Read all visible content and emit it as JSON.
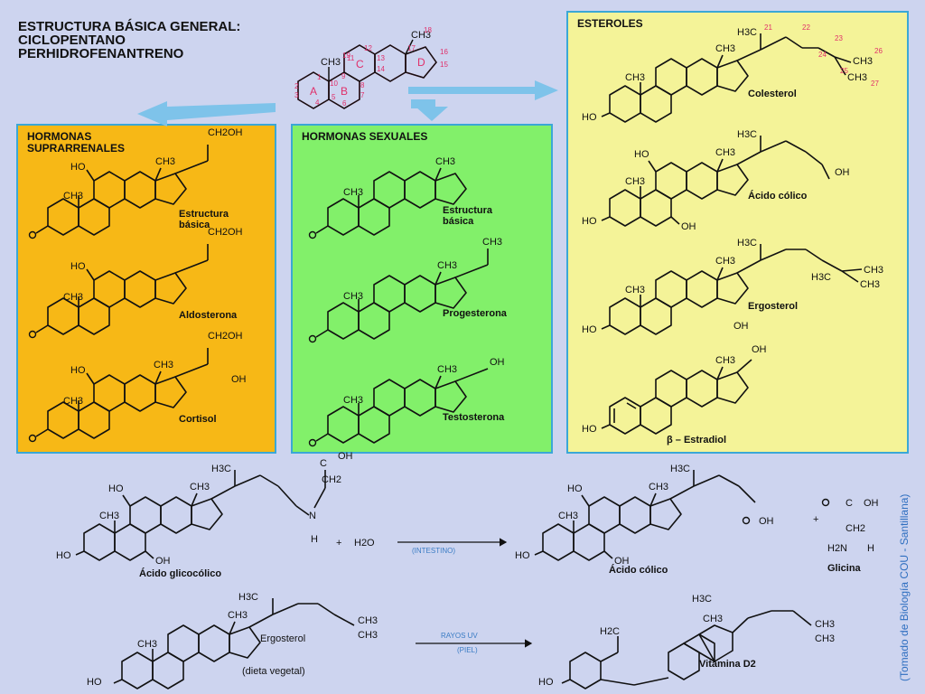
{
  "title": {
    "line1": "ESTRUCTURA BÁSICA GENERAL:",
    "line2": "CICLOPENTANO",
    "line3": "PERHIDROFENANTRENO"
  },
  "core": {
    "ring_letters": [
      "A",
      "B",
      "C",
      "D"
    ],
    "methyl_label": "CH3",
    "numbers": [
      "1",
      "2",
      "3",
      "4",
      "5",
      "6",
      "7",
      "8",
      "9",
      "10",
      "11",
      "12",
      "13",
      "14",
      "15",
      "16",
      "17",
      "18",
      "19"
    ]
  },
  "panels": {
    "adrenal": {
      "heading_line1": "HORMONAS",
      "heading_line2": "SUPRARRENALES",
      "color": "#f7b816",
      "molecules": [
        {
          "name_line1": "Estructura",
          "name_line2": "básica"
        },
        {
          "name_line1": "Aldosterona",
          "name_line2": ""
        },
        {
          "name_line1": "Cortisol",
          "name_line2": ""
        }
      ]
    },
    "sexual": {
      "heading_line1": "HORMONAS SEXUALES",
      "color": "#82f06a",
      "molecules": [
        {
          "name_line1": "Estructura",
          "name_line2": "básica"
        },
        {
          "name_line1": "Progesterona",
          "name_line2": ""
        },
        {
          "name_line1": "Testosterona",
          "name_line2": ""
        }
      ]
    },
    "sterols": {
      "heading_line1": "ESTEROLES",
      "color": "#f4f398",
      "molecules": [
        {
          "name_line1": "Colesterol"
        },
        {
          "name_line1": "Ácido cólico"
        },
        {
          "name_line1": "Ergosterol"
        },
        {
          "name_line1": "β – Estradiol"
        }
      ]
    }
  },
  "labels": {
    "ho": "HO",
    "oh": "OH",
    "o": "O",
    "ch3": "CH3",
    "h3c": "H3C",
    "ch2oh": "CH2OH",
    "c": "C",
    "h": "H",
    "n": "N",
    "ch2": "CH2",
    "h2o": "H2O",
    "plus": "+",
    "h2c": "H2C",
    "nh2": "H2N",
    "cooh_num": [
      "21",
      "22",
      "23",
      "24",
      "25",
      "26",
      "27"
    ]
  },
  "reactions": {
    "r1": {
      "reactant": "Ácido glicocólico",
      "water": "H2O",
      "condition": "(INTESTINO)",
      "product1": "Ácido cólico",
      "product2": "Glicina"
    },
    "r2": {
      "reactant_line1": "Ergosterol",
      "reactant_line2": "(dieta vegetal)",
      "condition_line1": "RAYOS UV",
      "condition_line2": "(PIEL)",
      "product": "Vitamina D2"
    }
  },
  "credit": "(Tomado de Biología COU - Santillana)"
}
